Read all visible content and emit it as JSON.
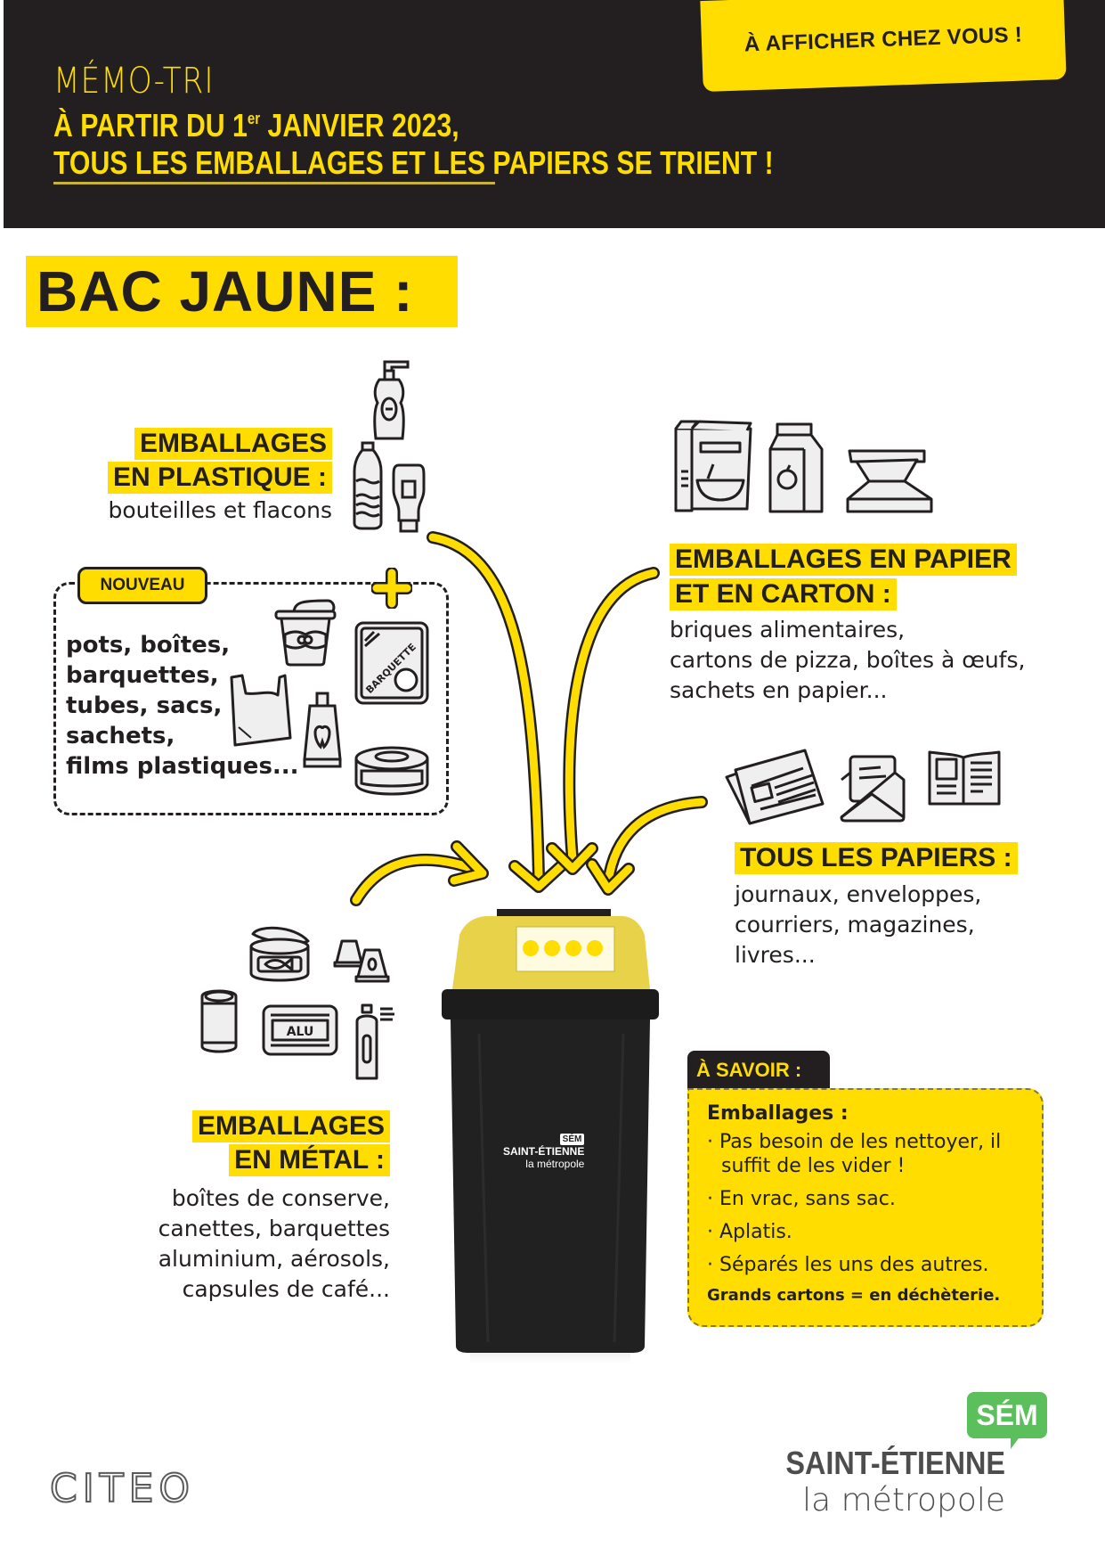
{
  "header": {
    "kicker": "MÉMO-TRI",
    "line1_prefix": "À PARTIR DU 1",
    "line1_sup": "er",
    "line1_suffix": " JANVIER 2023,",
    "line2_underlined": "TOUS LES EMBALLAGES",
    "line2_rest": " ET LES PAPIERS SE TRIENT !",
    "ribbon": "À AFFICHER CHEZ VOUS !"
  },
  "title": "BAC JAUNE :",
  "sections": {
    "plastique": {
      "title_l1": "EMBALLAGES",
      "title_l2": "EN PLASTIQUE :",
      "desc": "bouteilles et flacons",
      "icons": [
        "pump-bottle-icon",
        "water-bottle-icon",
        "sauce-bottle-icon"
      ]
    },
    "nouveau": {
      "tag": "NOUVEAU",
      "items": [
        "pots, boîtes,",
        "barquettes,",
        "tubes, sacs,",
        "sachets,",
        "films plastiques..."
      ],
      "tray_label": "BARQUETTE",
      "icons": [
        "yogurt-pot-icon",
        "tray-icon",
        "plastic-bag-icon",
        "toothpaste-tube-icon",
        "round-box-icon",
        "plus-icon"
      ]
    },
    "papier": {
      "title_l1": "EMBALLAGES EN PAPIER",
      "title_l2": "ET EN CARTON :",
      "desc": [
        "briques alimentaires,",
        "cartons de pizza, boîtes à œufs,",
        "sachets en papier..."
      ],
      "icons": [
        "cereal-box-icon",
        "juice-carton-icon",
        "pizza-box-icon"
      ]
    },
    "tous_papiers": {
      "title": "TOUS LES PAPIERS :",
      "desc": [
        "journaux, enveloppes,",
        "courriers, magazines,",
        "livres..."
      ],
      "icons": [
        "newspaper-icon",
        "envelope-icon",
        "magazine-icon"
      ]
    },
    "metal": {
      "title_l1": "EMBALLAGES",
      "title_l2": "EN MÉTAL :",
      "desc": [
        "boîtes de conserve,",
        "canettes, barquettes",
        "aluminium, aérosols,",
        "capsules de café..."
      ],
      "alu_label": "ALU",
      "icons": [
        "tin-can-icon",
        "coffee-capsule-icon",
        "soda-can-icon",
        "alu-tray-icon",
        "aerosol-icon"
      ]
    }
  },
  "savoir": {
    "tag": "À SAVOIR :",
    "heading": "Emballages :",
    "items": [
      "Pas besoin de les nettoyer, il suffit de les vider !",
      "En vrac, sans sac.",
      "Aplatis.",
      "Séparés les uns des autres."
    ],
    "footer": "Grands cartons = en déchèterie."
  },
  "bin": {
    "sem": "SÉM",
    "city": "SAINT-ÉTIENNE",
    "metro": "la métropole"
  },
  "footer": {
    "citeo": "CITEO",
    "sem": "SÉM",
    "city": "SAINT-ÉTIENNE",
    "metro": "la métropole"
  },
  "colors": {
    "yellow": "#ffdd00",
    "dark": "#231f20",
    "green": "#5bbf5b",
    "grey": "#4d4d4d"
  }
}
